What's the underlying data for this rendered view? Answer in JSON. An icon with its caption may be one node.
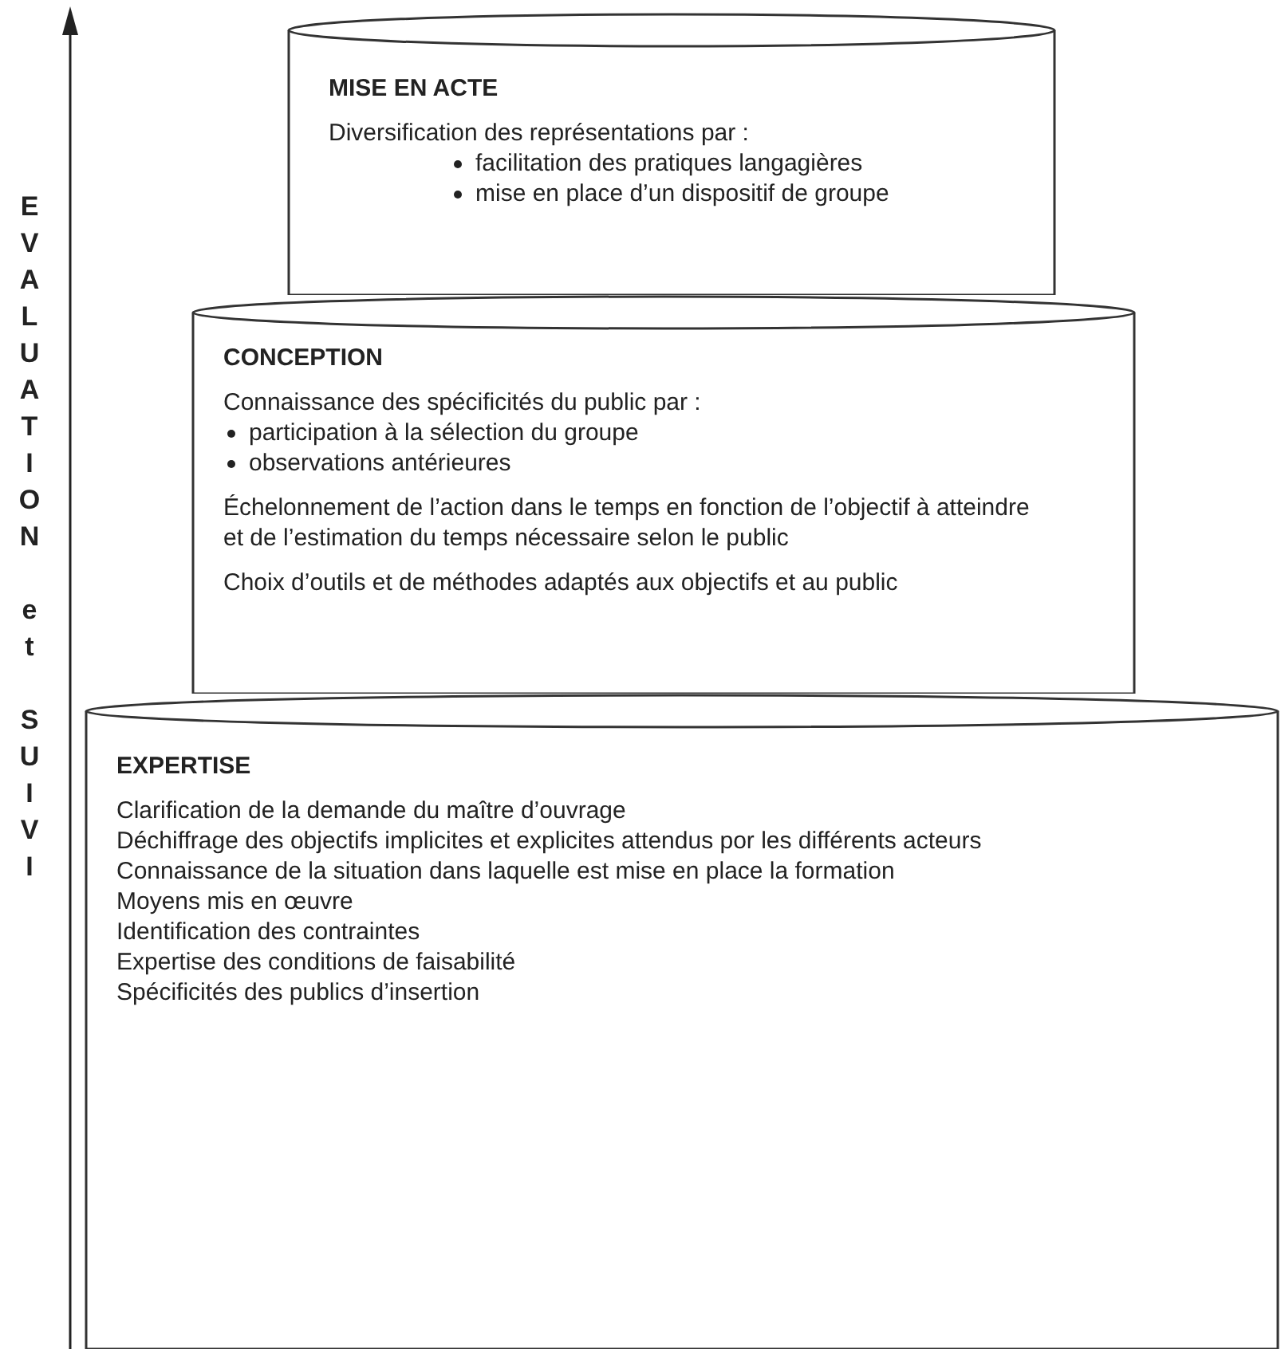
{
  "diagram": {
    "nodes": [
      {
        "text": [
          "MISE EN ACTE",
          "Diversification des représentations par :",
          "facilitation des pratiques langagières",
          "mise en place d’un dispositif de groupe"
        ]
      },
      {
        "text": [
          "CONCEPTION",
          "Connaissance des spécificités du public par :",
          "participation à la sélection du groupe",
          "observations antérieures",
          "Échelonnement de l’action dans le temps en fonction de l’objectif à atteindre et de l’estimation du temps nécessaire selon le public",
          "Choix d’outils et de méthodes adaptés aux objectifs et au public"
        ]
      },
      {
        "text": [
          "EXPERTISE",
          "Clarification de la demande du maître d’ouvrage",
          "Déchiffrage des objectifs implicites et explicites attendus por les différents acteurs",
          "Connaissance de la situation dans laquelle est mise en place la formation",
          "Moyens mis en œuvre",
          "Identification des contraintes",
          "Expertise des conditions de faisabilité",
          "Spécificités des publics d’insertion"
        ]
      }
    ],
    "labels": [
      "EVALUATION et SUIVI"
    ]
  }
}
